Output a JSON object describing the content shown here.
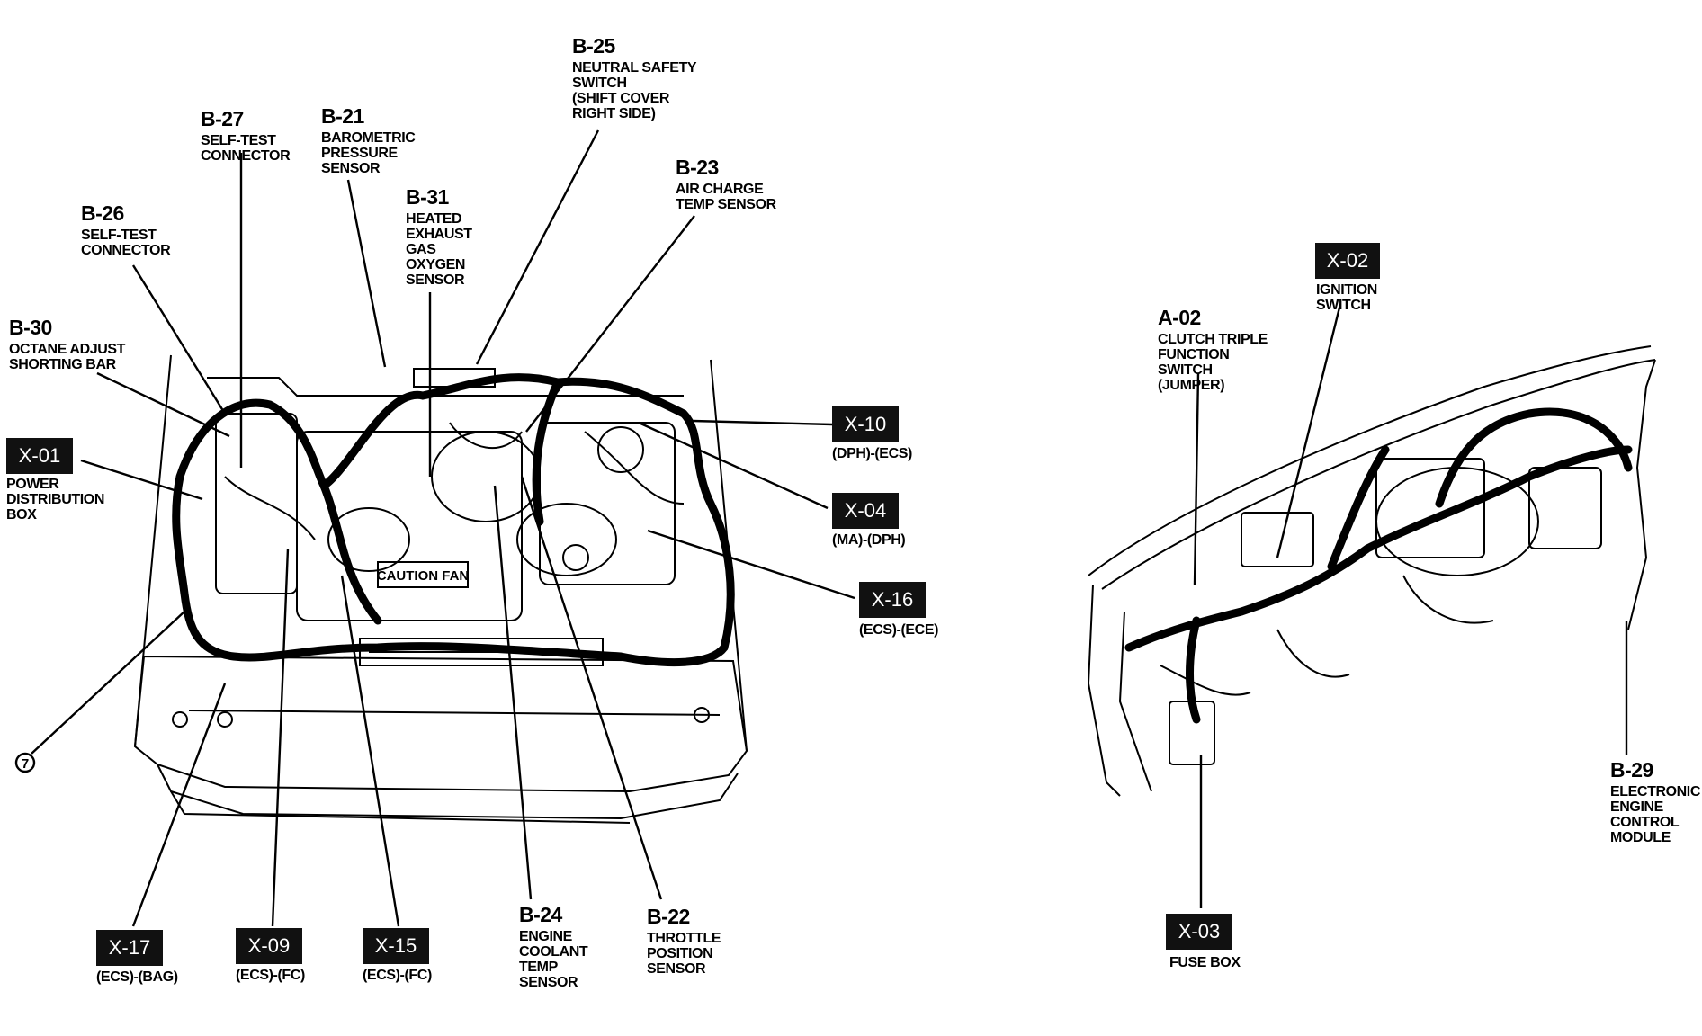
{
  "labels": {
    "b25": {
      "code": "B-25",
      "desc": "NEUTRAL SAFETY\nSWITCH\n(SHIFT COVER\nRIGHT SIDE)"
    },
    "b27": {
      "code": "B-27",
      "desc": "SELF-TEST\nCONNECTOR"
    },
    "b21": {
      "code": "B-21",
      "desc": "BAROMETRIC\nPRESSURE\nSENSOR"
    },
    "b23": {
      "code": "B-23",
      "desc": "AIR CHARGE\nTEMP SENSOR"
    },
    "b31": {
      "code": "B-31",
      "desc": "HEATED\nEXHAUST\nGAS\nOXYGEN\nSENSOR"
    },
    "b26": {
      "code": "B-26",
      "desc": "SELF-TEST\nCONNECTOR"
    },
    "b30": {
      "code": "B-30",
      "desc": "OCTANE ADJUST\nSHORTING BAR"
    },
    "b24": {
      "code": "B-24",
      "desc": "ENGINE\nCOOLANT\nTEMP\nSENSOR"
    },
    "b22": {
      "code": "B-22",
      "desc": "THROTTLE\nPOSITION\nSENSOR"
    },
    "a02": {
      "code": "A-02",
      "desc": "CLUTCH TRIPLE\nFUNCTION\nSWITCH\n(JUMPER)"
    },
    "b29": {
      "code": "B-29",
      "desc": "ELECTRONIC\nENGINE\nCONTROL\nMODULE"
    }
  },
  "connectors": {
    "x01": {
      "code": "X-01",
      "desc": "POWER\nDISTRIBUTION\nBOX"
    },
    "x10": {
      "code": "X-10",
      "desc": "(DPH)-(ECS)"
    },
    "x04": {
      "code": "X-04",
      "desc": "(MA)-(DPH)"
    },
    "x16": {
      "code": "X-16",
      "desc": "(ECS)-(ECE)"
    },
    "x17": {
      "code": "X-17",
      "desc": "(ECS)-(BAG)"
    },
    "x09": {
      "code": "X-09",
      "desc": "(ECS)-(FC)"
    },
    "x15": {
      "code": "X-15",
      "desc": "(ECS)-(FC)"
    },
    "x02": {
      "code": "X-02",
      "desc": "IGNITION\nSWITCH"
    },
    "x03": {
      "code": "X-03",
      "desc": "FUSE BOX"
    }
  },
  "ground_marker": "7",
  "engine_decal": "CAUTION FAN"
}
